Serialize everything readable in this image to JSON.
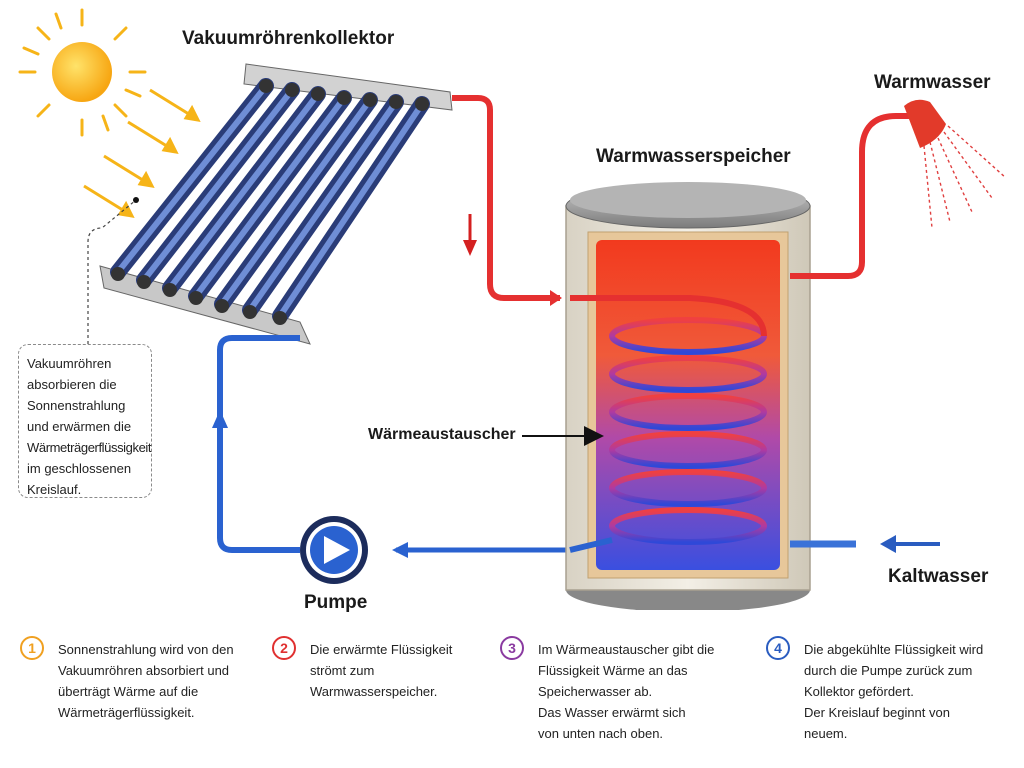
{
  "labels": {
    "collector": "Vakuumröhrenkollektor",
    "tank": "Warmwasserspeicher",
    "hot_water": "Warmwasser",
    "heat_exchanger": "Wärmeaustauscher",
    "cold_water": "Kaltwasser",
    "pump": "Pumpe"
  },
  "callout": {
    "lines": [
      "Vakuumröhren",
      "absorbieren die",
      "Sonnenstrahlung",
      "und erwärmen die",
      "Wärmeträgerflüssigkeit",
      "im geschlossenen",
      "Kreislauf."
    ]
  },
  "steps": [
    {
      "number": "1",
      "color": "#f0a020",
      "lines": [
        "Sonnenstrahlung wird von den",
        "Vakuumröhren absorbiert und",
        "überträgt Wärme auf die",
        "Wärmeträgerflüssigkeit."
      ]
    },
    {
      "number": "2",
      "color": "#e03030",
      "lines": [
        "Die erwärmte Flüssigkeit",
        "strömt zum",
        "Warmwasserspeicher."
      ]
    },
    {
      "number": "3",
      "color": "#8a3aa0",
      "lines": [
        "Im Wärmeaustauscher gibt die",
        "Flüssigkeit Wärme an das",
        "Speicherwasser ab.",
        "Das Wasser erwärmt sich",
        "von unten nach oben."
      ]
    },
    {
      "number": "4",
      "color": "#2a5cc0",
      "lines": [
        "Die abgekühlte Flüssigkeit wird",
        "durch die Pumpe zurück zum",
        "Kollektor gefördert.",
        "Der Kreislauf beginnt von",
        "neuem."
      ]
    }
  ],
  "colors": {
    "hot_pipe": "#e53030",
    "cold_pipe": "#2a62d0",
    "sun": "#fbb824",
    "tank_hot": "#f23a1e",
    "tank_cold": "#3a4fe0"
  }
}
